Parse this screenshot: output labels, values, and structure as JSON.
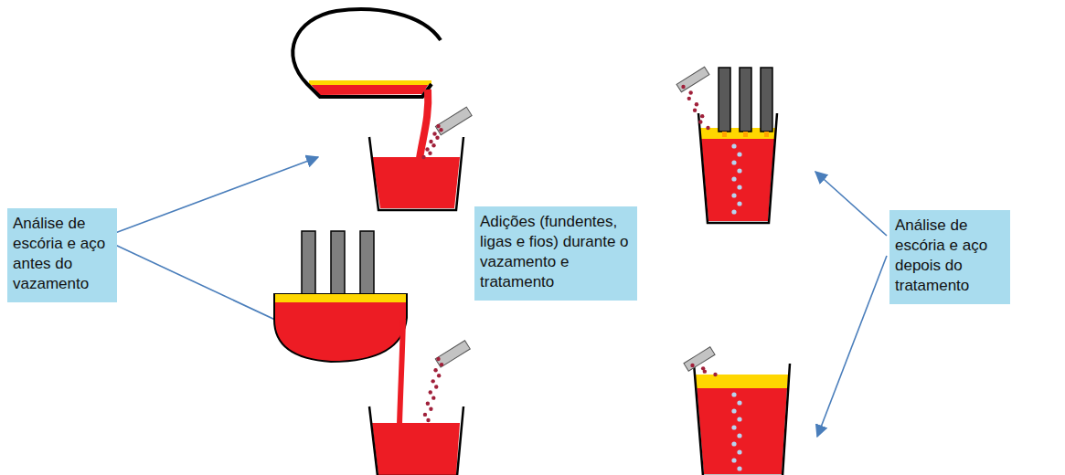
{
  "diagram": {
    "nodes": [
      {
        "text": [
          "Análise de escória e aço antes do vazamento"
        ]
      },
      {
        "text": [
          "Adições (fundentes, ligas e fios) durante o vazamento e tratamento"
        ]
      },
      {
        "text": [
          "Análise de escória e aço depois do tratamento"
        ]
      }
    ]
  }
}
